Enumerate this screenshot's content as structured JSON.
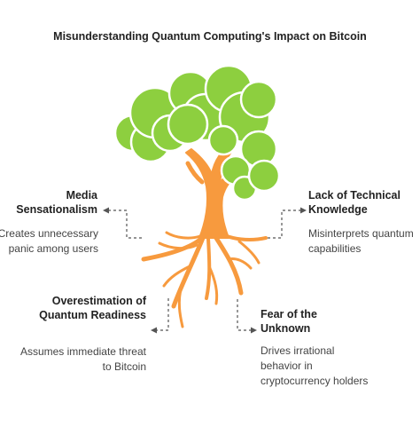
{
  "title": "Misunderstanding Quantum Computing's Impact on Bitcoin",
  "colors": {
    "canopy": "#8dcf3f",
    "canopy_outline": "#ffffff",
    "trunk": "#f79a3e",
    "connector": "#555555"
  },
  "factors": {
    "media": {
      "title": "Media Sensationalism",
      "description": "Creates unnecessary panic among users"
    },
    "lack": {
      "title": "Lack of Technical Knowledge",
      "description": "Misinterprets quantum capabilities"
    },
    "overestimation": {
      "title": "Overestimation of Quantum Readiness",
      "description": "Assumes immediate threat to Bitcoin"
    },
    "fear": {
      "title": "Fear of the Unknown",
      "description": "Drives irrational behavior in cryptocurrency holders"
    }
  }
}
